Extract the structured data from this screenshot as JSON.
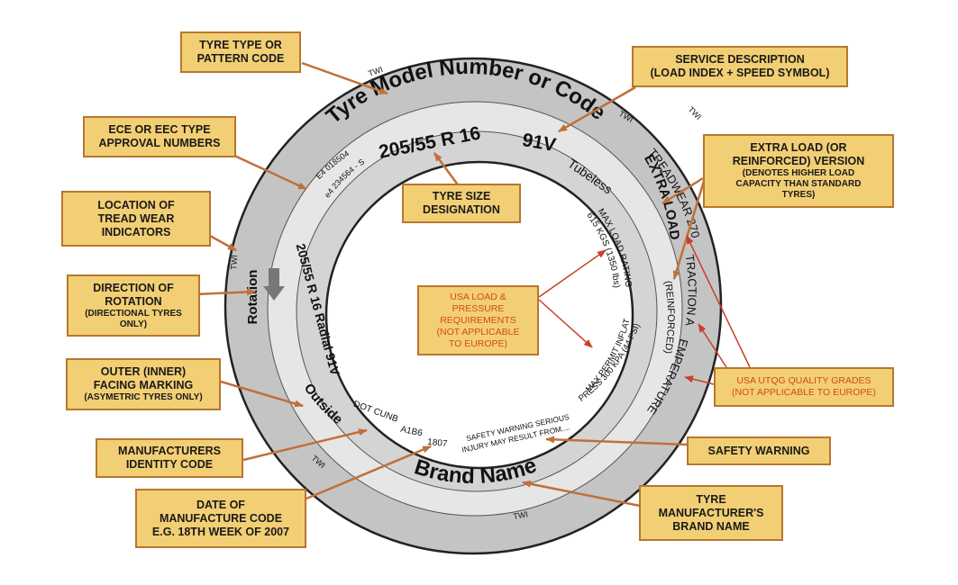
{
  "tyre": {
    "model": "Tyre Model Number or Code",
    "size": "205/55 R 16",
    "service": "91V",
    "tubeless": "Tubeless",
    "extra_load": "EXTRA LOAD",
    "treadwear": "TREADWEAR 270",
    "traction": "TRACTION A",
    "temperature": "TEMPERATURE A",
    "reinforced": "(REINFORCED)",
    "max_load_1": "MAX LOAD RATING",
    "max_load_2": "615 KGS (1350 lbs)",
    "max_inflat_1": "MAX PERMIT INFLAT",
    "max_inflat_2": "PRESS 300 KPA (44 PSI)",
    "safety_1": "SAFETY WARNING SERIOUS",
    "safety_2": "INJURY MAY RESULT FROM....",
    "brand": "Brand Name",
    "dot": "DOT CUNB",
    "dot_code": "A1B6",
    "date_code": "1807",
    "outside": "Outside",
    "side_size": "205/55 R 16 Radial 91V",
    "rotation": "Rotation",
    "ece1": "E4 018504",
    "ece2": "e4 234564 - S",
    "twi": "TWI"
  },
  "labels": {
    "tyre_type": "TYRE TYPE OR\nPATTERN CODE",
    "service_desc": "SERVICE DESCRIPTION\n(LOAD INDEX + SPEED SYMBOL)",
    "ece": "ECE OR EEC TYPE\nAPPROVAL NUMBERS",
    "extra_load_main": "EXTRA LOAD (OR\nREINFORCED) VERSION",
    "extra_load_sub": "(DENOTES HIGHER LOAD\nCAPACITY THAN STANDARD\nTYRES)",
    "tread_wear": "LOCATION OF\nTREAD WEAR\nINDICATORS",
    "tyre_size": "TYRE SIZE\nDESIGNATION",
    "direction_main": "DIRECTION OF\nROTATION",
    "direction_sub": "(DIRECTIONAL TYRES\nONLY)",
    "usa_load": "USA LOAD &\nPRESSURE\nREQUIREMENTS\n(NOT APPLICABLE\nTO EUROPE)",
    "outer_main": "OUTER (INNER)\nFACING MARKING",
    "outer_sub": "(ASYMETRIC TYRES ONLY)",
    "utqg": "USA UTQG QUALITY GRADES\n(NOT APPLICABLE TO EUROPE)",
    "manufacturer_id": "MANUFACTURERS\nIDENTITY CODE",
    "safety": "SAFETY WARNING",
    "date": "DATE OF\nMANUFACTURE CODE\nE.G. 18TH WEEK OF 2007",
    "brand_name": "TYRE\nMANUFACTURER'S\nBRAND NAME"
  },
  "colors": {
    "label_fill": "#f2cf74",
    "label_border": "#b8762e",
    "arrow": "#c0703a",
    "red_arrow": "#c8402a",
    "tyre_grey": "#c4c4c4",
    "tyre_light": "#e4e4e4"
  }
}
